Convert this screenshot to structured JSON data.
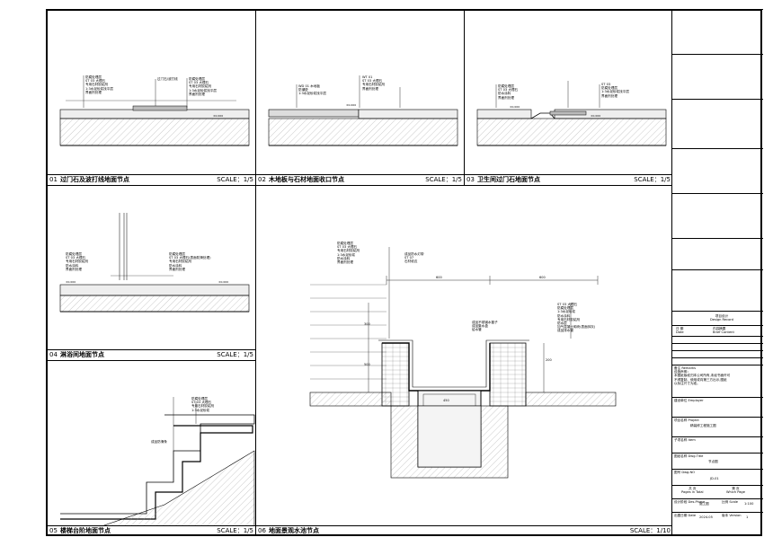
{
  "panels": [
    {
      "no": "01",
      "title": "过门石及波打线地面节点",
      "scale": "SCALE：1/5"
    },
    {
      "no": "02",
      "title": "木地板与石材地面收口节点",
      "scale": "SCALE：1/5"
    },
    {
      "no": "03",
      "title": "卫生间过门石地面节点",
      "scale": "SCALE：1/5"
    },
    {
      "no": "04",
      "title": "淋浴间地面节点",
      "scale": "SCALE：1/5"
    },
    {
      "no": "05",
      "title": "楼梯台阶地面节点",
      "scale": "SCALE：1/5"
    },
    {
      "no": "06",
      "title": "地面景观水池节点",
      "scale": "SCALE：1/10"
    }
  ],
  "annotations": {
    "p1_left": [
      "防腐处理层",
      "ST 03 大理石",
      "专用石材胶粘剂",
      "1:3水泥砂浆找平层",
      "界面剂处理"
    ],
    "p1_right": [
      "防腐处理层",
      "ST 03 大理石",
      "专用石材胶粘剂",
      "1:3水泥砂浆找平层",
      "界面剂处理"
    ],
    "p1_mid": "过门石/波打线",
    "p2_left": [
      "WD 01 木地板",
      "防潮垫",
      "1:3水泥砂浆找平层"
    ],
    "p2_right": [
      "WT 01",
      "ST 03 大理石",
      "专用石材胶粘剂",
      "界面剂处理"
    ],
    "p3_left": [
      "防腐处理层",
      "ST 03 大理石",
      "防水涂料",
      "界面剂处理"
    ],
    "p3_right": [
      "ST 03",
      "防腐处理层",
      "1:3水泥砂浆找平层",
      "界面剂处理"
    ],
    "p4_left": [
      "防腐处理层",
      "ST 03 大理石",
      "专用石材胶粘剂",
      "防水涂料",
      "界面剂处理"
    ],
    "p4_right": [
      "防腐处理层",
      "ST 03 大理石(表面防滑处理)",
      "专用石材胶粘剂",
      "防水涂料",
      "界面剂处理"
    ],
    "p5": [
      "防腐处理层",
      "ST 03 大理石",
      "专用石材胶粘剂",
      "1:3水泥砂浆"
    ],
    "p5_mid": "成品防滑条",
    "p6_left": [
      "防腐处理层",
      "ST 03 大理石",
      "专用石材胶粘剂",
      "1:3水泥砂浆",
      "防水涂料",
      "界面剂处理"
    ],
    "p6_top": [
      "成品防水灯带",
      "ST 07",
      "石材收边"
    ],
    "p6_center": [
      "成品不锈钢水篦子",
      "成品集水盒",
      "给水管"
    ],
    "p6_right": [
      "ST 03 大理石",
      "防腐处理层",
      "1:3水泥砂浆",
      "防水涂料",
      "专用石材胶粘剂",
      "防水层",
      "加气混凝土砌块(表面抹灰)",
      "成品排水管"
    ],
    "elev": "±0.000",
    "dims": [
      "600",
      "600",
      "200",
      "150",
      "450",
      "300",
      "500",
      "1200",
      "50",
      "100"
    ]
  },
  "title_block": {
    "logo": "项目设计",
    "logo_sub": "Design Record",
    "date_label": "日 期",
    "date_sub": "Date",
    "brief_label": "内容摘要",
    "brief_sub": "Brief Content",
    "remarks_label": "备注 Remarks",
    "remarks_text": [
      "设施声明：",
      "本图纸版权归本公司所有,未经书面许可",
      "不得复制、使用或向第三方出示,图纸",
      "以标注尺寸为准。"
    ],
    "employer_label": "建设单位 Employer",
    "project_label": "项目名称 Project",
    "project_value": "精装修工程施工图",
    "item_label": "子项名称 Item",
    "drawing_label": "图纸名称 Dwg.Title",
    "drawing_value": "节点图",
    "dwg_no_label": "图号 Dwg.NO",
    "dwg_no_value": "JD-01",
    "pages_total_label": "共 页",
    "pages_total_sub": "Pages in Total",
    "which_page_label": "第 页",
    "which_page_sub": "Which Page",
    "phase_label": "设计阶段 Des.Phase",
    "phase_value": "施工图",
    "scale_label": "比例 Scale",
    "scale_value": "1:100",
    "date2_label": "出图日期 Date",
    "date2_value": "2024.05",
    "version_label": "版本 Version",
    "version_value": "1"
  }
}
